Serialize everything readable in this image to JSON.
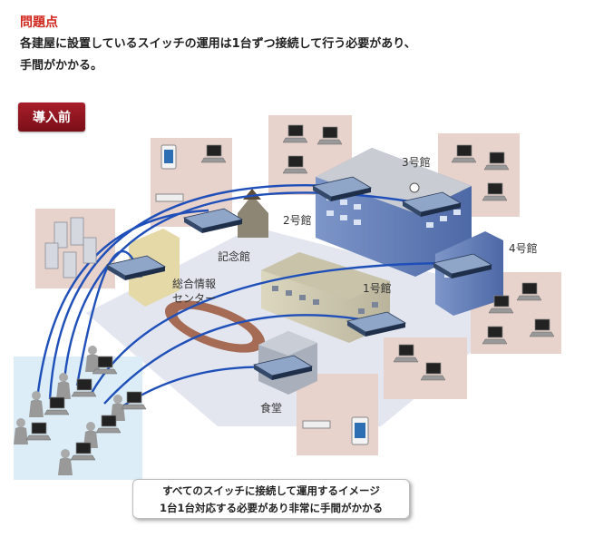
{
  "header": {
    "problem_title": "問題点",
    "line1": "各建屋に設置しているスイッチの運用は1台ずつ接続して行う必要があり、",
    "line2": "手間がかかる。"
  },
  "badge": {
    "label": "導入前"
  },
  "buildings": {
    "b3": "3号館",
    "b2": "2号館",
    "b4": "4号館",
    "memorial": "記念館",
    "center_l1": "総合情報",
    "center_l2": "センター",
    "b1": "1号館",
    "cafeteria": "食堂"
  },
  "caption": {
    "line1": "すべてのスイッチに接続して運用するイメージ",
    "line2": "1台1台対応する必要があり非常に手間がかかる"
  },
  "colors": {
    "accent_red": "#d0261c",
    "badge_red": "#8c1520",
    "link_blue": "#1f4fb8",
    "panel_pink": "#e8d2cc",
    "admin_panel": "#dcedf7"
  }
}
